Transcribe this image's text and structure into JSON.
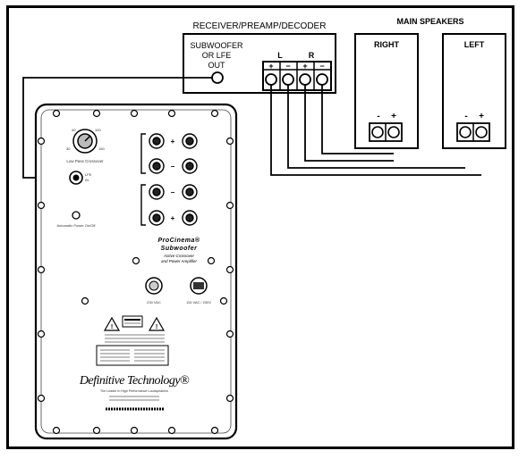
{
  "receiver": {
    "title": "RECEIVER/PREAMP/DECODER",
    "sub_line1": "SUBWOOFER",
    "sub_line2": "OR LFE",
    "sub_line3": "OUT",
    "left_channel": "L",
    "right_channel": "R",
    "terminal_pos": "+",
    "terminal_neg": "−"
  },
  "main_speakers": {
    "title": "MAIN SPEAKERS",
    "right_label": "RIGHT",
    "left_label": "LEFT",
    "terminal_neg": "-",
    "terminal_pos": "+"
  },
  "subwoofer_panel": {
    "model_line1": "ProCinema®",
    "model_line2": "Subwoofer",
    "desc_line1": "Active Crossover",
    "desc_line2": "and Power Amplifier",
    "brand": "Definitive Technology®",
    "brand_tagline": "The Leader In High Performance Loudspeakers",
    "knob_label": "Low Pass Crossover",
    "auto_label": "Automatic Power On/Off",
    "fuse_label": "230 VAC",
    "power_label": "115 VAC / 230V"
  }
}
